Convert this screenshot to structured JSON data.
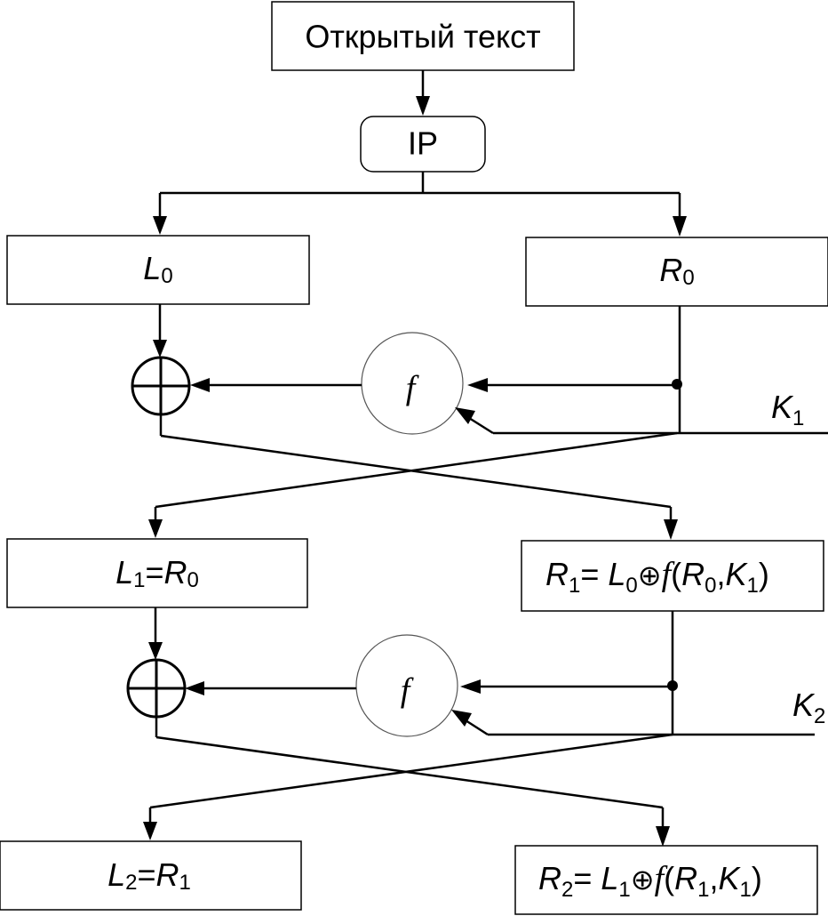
{
  "plaintext_label": "Открытый текст",
  "ip_label": "IP",
  "function_label": "f",
  "xor_symbol": "⊕",
  "round0": {
    "left": {
      "var": "L",
      "sub": "0"
    },
    "right": {
      "var": "R",
      "sub": "0"
    }
  },
  "key1": {
    "var": "K",
    "sub": "1"
  },
  "key2": {
    "var": "K",
    "sub": "2"
  },
  "round1": {
    "left": {
      "var": "L",
      "sub": "1",
      "eq": "=",
      "rvar": "R",
      "rsub": "0"
    },
    "right": {
      "var": "R",
      "sub": "1",
      "eq": "= ",
      "lvar": "L",
      "lsub": "0",
      "fn": "f",
      "open": "(",
      "arg1": "R",
      "arg1sub": "0",
      "comma": ",",
      "arg2": "K",
      "arg2sub": "1",
      "close": ")"
    }
  },
  "round2": {
    "left": {
      "var": "L",
      "sub": "2",
      "eq": "=",
      "rvar": "R",
      "rsub": "1"
    },
    "right": {
      "var": "R",
      "sub": "2",
      "eq": "= ",
      "lvar": "L",
      "lsub": "1",
      "fn": "f",
      "open": "(",
      "arg1": "R",
      "arg1sub": "1",
      "comma": ",",
      "arg2": "K",
      "arg2sub": "1",
      "close": ")"
    }
  }
}
